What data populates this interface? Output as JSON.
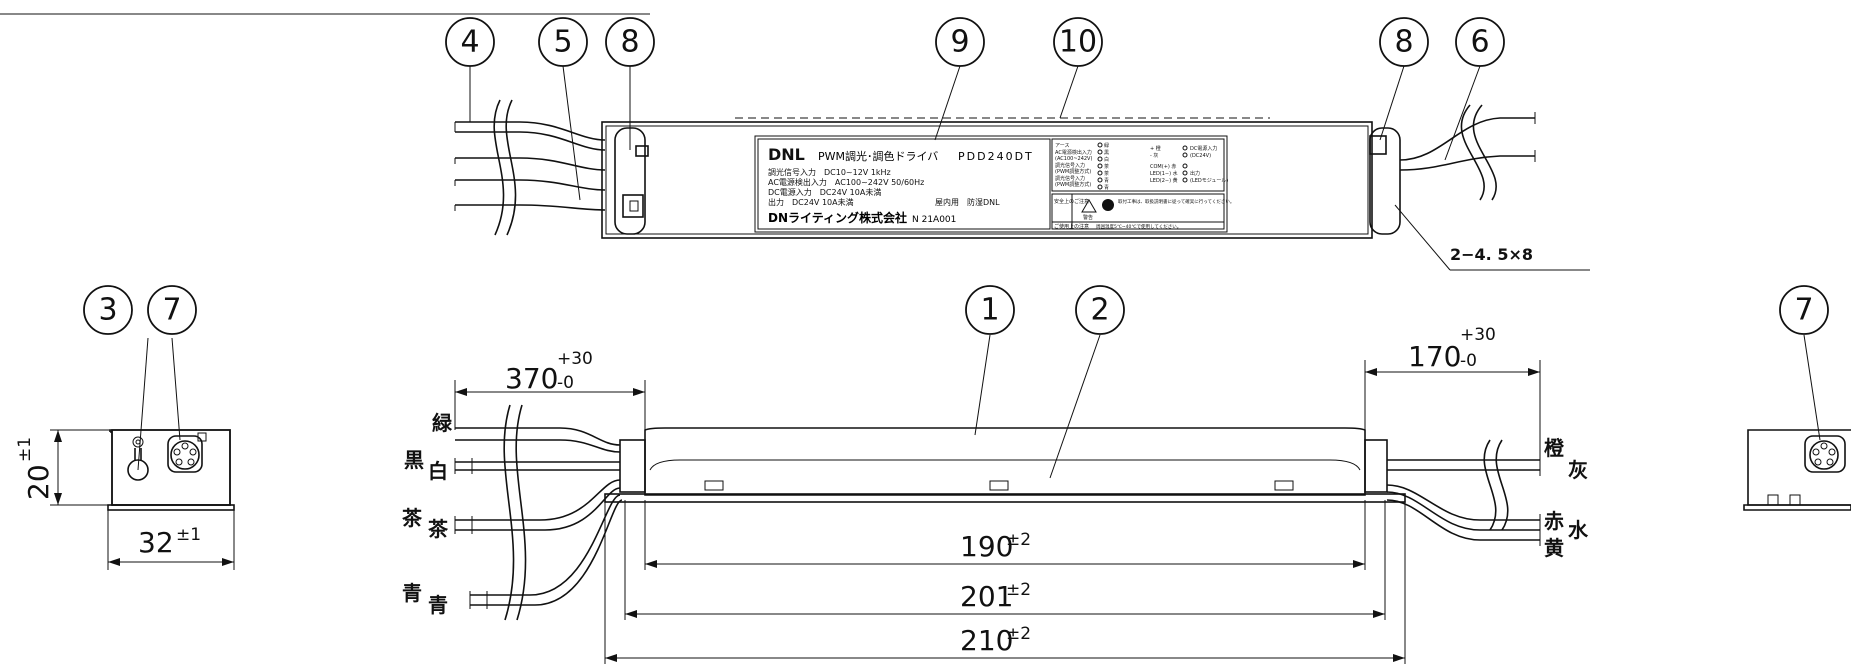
{
  "callouts": {
    "c1": "1",
    "c2": "2",
    "c3": "3",
    "c4": "4",
    "c5": "5",
    "c6": "6",
    "c7a": "7",
    "c7b": "7",
    "c8a": "8",
    "c8b": "8",
    "c9": "9",
    "c10": "10"
  },
  "dimensions": {
    "slot_note": "2−4. 5×8",
    "height": {
      "value": "20",
      "tol": "±1"
    },
    "width": {
      "value": "32",
      "tol": "±1"
    },
    "lead_left": {
      "value": "370",
      "tol_plus": "+30",
      "tol_minus": "-0"
    },
    "lead_right": {
      "value": "170",
      "tol_plus": "+30",
      "tol_minus": "-0"
    },
    "len_190": {
      "value": "190",
      "tol": "±2"
    },
    "len_201": {
      "value": "201",
      "tol": "±2"
    },
    "len_210": {
      "value": "210",
      "tol": "±2"
    }
  },
  "wire_colors": {
    "left": [
      "緑",
      "黒",
      "白",
      "茶",
      "茶",
      "青",
      "青"
    ],
    "right": [
      "橙",
      "灰",
      "赤",
      "水",
      "黄"
    ]
  },
  "nameplate": {
    "brand": "DNL",
    "product": "PWM調光･調色ドライバ",
    "model": "PDD240DT",
    "spec1": "調光信号入力　DC10~12V 1kHz",
    "spec2": "AC電源検出入力　AC100~242V 50/60Hz",
    "spec3": "DC電源入力　DC24V 10A未満",
    "spec4": "出力　DC24V 10A未満",
    "usage": "屋内用　防湿DNL",
    "company": "DNライティング株式会社",
    "lot": "N 21A001",
    "terminals_left": [
      "アース",
      "AC電源検出入力",
      "(AC100~242V)",
      "調光信号入力",
      "(PWM調整方式)",
      "調光信号入力",
      "(PWM調整方式)"
    ],
    "terminal_marks": [
      "緑",
      "黒",
      "白",
      "茶",
      "茶",
      "青",
      "青"
    ],
    "terminals_right": [
      "DC電源入力",
      "(DC24V)",
      "出力",
      "(LEDモジュール)"
    ],
    "terminal_right_marks": [
      "+ 橙",
      "- 灰",
      "COM(+) 赤",
      "LED(1−) 水",
      "LED(2−) 黄"
    ],
    "warning_title": "安全上のご注意",
    "warning_label": "警告",
    "warning_text": "取付工事は、取扱説明書に従って確実に行ってください。",
    "notice": "ご使用上の注意",
    "notice_text": "周囲温度5℃~40℃で使用してください。"
  }
}
